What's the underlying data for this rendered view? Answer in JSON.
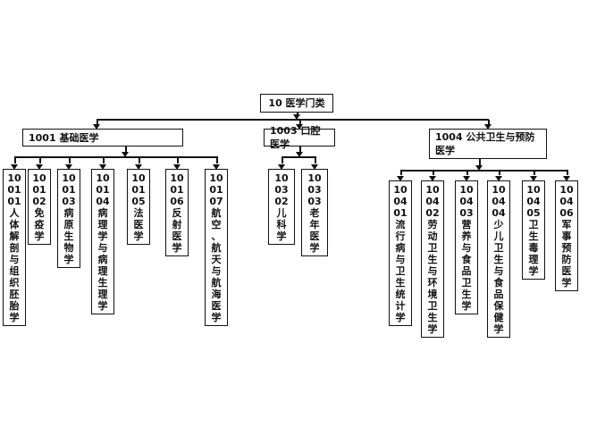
{
  "diagram": {
    "root": "10 医学门类",
    "groups": [
      {
        "code": "1001",
        "label": "1001 基础医学",
        "children": [
          {
            "code": [
              "10",
              "01",
              "01"
            ],
            "name": "人体解剖与组织胚胎学"
          },
          {
            "code": [
              "10",
              "01",
              "02"
            ],
            "name": "免疫学"
          },
          {
            "code": [
              "10",
              "01",
              "03"
            ],
            "name": "病原生物学"
          },
          {
            "code": [
              "10",
              "01",
              "04"
            ],
            "name": "病理学与病理生理学"
          },
          {
            "code": [
              "10",
              "01",
              "05"
            ],
            "name": "法医学"
          },
          {
            "code": [
              "10",
              "01",
              "06"
            ],
            "name": "反射医学"
          },
          {
            "code": [
              "10",
              "01",
              "07"
            ],
            "name": "航空、航天与航海医学"
          }
        ]
      },
      {
        "code": "1003",
        "label": "1003 口腔医学",
        "children": [
          {
            "code": [
              "10",
              "03",
              "02"
            ],
            "name": "儿科学"
          },
          {
            "code": [
              "10",
              "03",
              "03"
            ],
            "name": "老年医学"
          }
        ]
      },
      {
        "code": "1004",
        "label": "1004 公共卫生与预防医学",
        "children": [
          {
            "code": [
              "10",
              "04",
              "01"
            ],
            "name": "流行病与卫生统计学"
          },
          {
            "code": [
              "10",
              "04",
              "02"
            ],
            "name": "劳动卫生与环境卫生学"
          },
          {
            "code": [
              "10",
              "04",
              "03"
            ],
            "name": "营养与食品卫生学"
          },
          {
            "code": [
              "10",
              "04",
              "04"
            ],
            "name": "少儿卫生与食品保健学"
          },
          {
            "code": [
              "10",
              "04",
              "05"
            ],
            "name": "卫生毒理学"
          },
          {
            "code": [
              "10",
              "04",
              "06"
            ],
            "name": "军事预防医学"
          }
        ]
      }
    ]
  }
}
